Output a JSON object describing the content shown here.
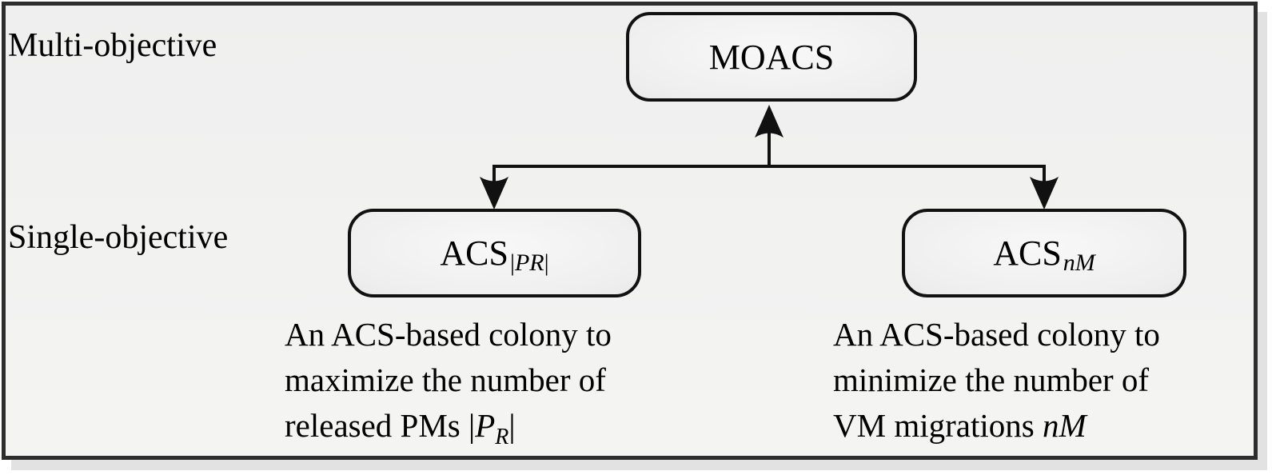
{
  "labels": {
    "multi_objective": "Multi-objective",
    "single_objective": "Single-objective"
  },
  "nodes": {
    "root": {
      "label": "MOACS"
    },
    "left": {
      "label": "ACS",
      "sub_open_bar": "|",
      "sub_letters": "PR",
      "sub_close_bar": "|"
    },
    "right": {
      "label": "ACS",
      "sub_letters": "nM"
    }
  },
  "descriptions": {
    "left": {
      "line1": "An ACS-based colony to",
      "line2": "maximize the number of",
      "line3_text": "released PMs ",
      "line3_open_bar": "|",
      "line3_var": "P",
      "line3_var_sub": "R",
      "line3_close_bar": "|"
    },
    "right": {
      "line1": "An ACS-based colony to",
      "line2": "minimize the number of",
      "line3_text": "VM migrations ",
      "line3_var": "nM"
    }
  },
  "colors": {
    "line": "#111111",
    "frame_border": "#2d2d2d",
    "frame_background": "#f1f1f0",
    "shadow": "#e2e2e2",
    "node_fill_center": "#f8f8f8",
    "node_fill_edge": "#d4d4d4",
    "text": "#000000"
  }
}
